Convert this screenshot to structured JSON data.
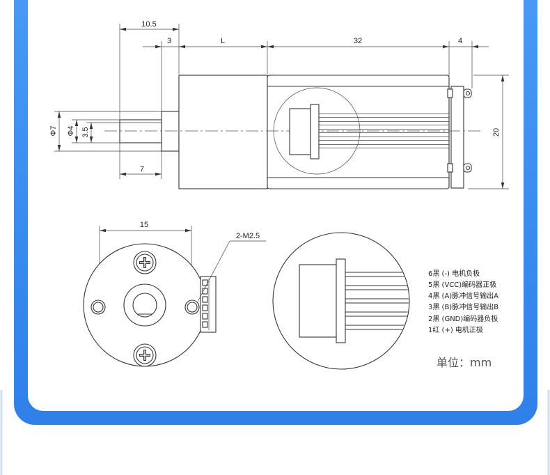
{
  "top_view": {
    "dims": {
      "d10_5": "10.5",
      "d3": "3",
      "dL": "L",
      "d32": "32",
      "d4": "4",
      "d20": "20",
      "d7": "7",
      "phi7": "Φ7",
      "phi4": "Φ4",
      "d3_5": "3.5"
    }
  },
  "front_view": {
    "d15": "15",
    "hole_label": "2-M2.5"
  },
  "wire_legend": [
    "6黑 (-) 电机负极",
    "5黑 (VCC)编码器正极",
    "4黑 (A)脉冲信号输出A",
    "3黑 (B)脉冲信号输出B",
    "2黑 (GND)编码器负极",
    "1红 (+) 电机正极"
  ],
  "unit_label": "单位：mm",
  "colors": {
    "frame": "#3b8cf0",
    "line": "#333333"
  }
}
